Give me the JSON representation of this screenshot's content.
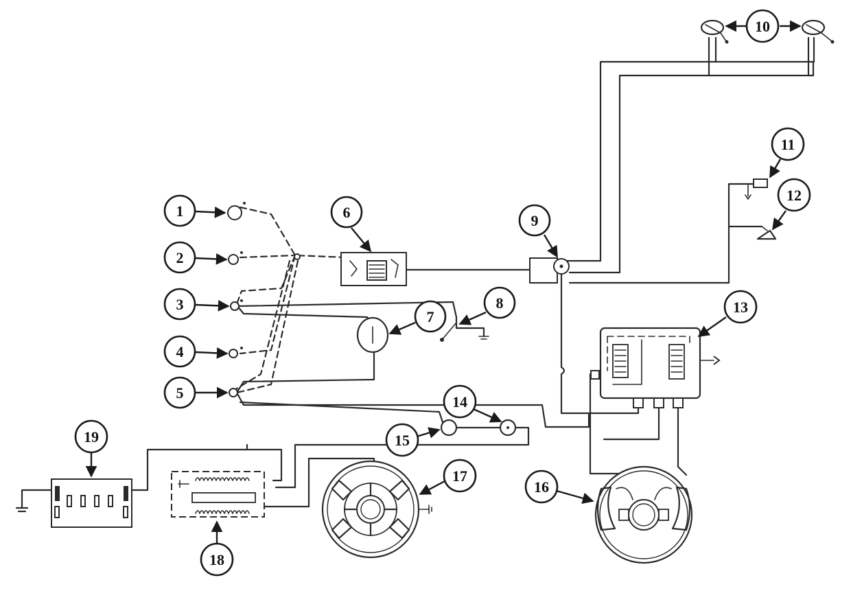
{
  "callouts": {
    "c1": "1",
    "c2": "2",
    "c3": "3",
    "c4": "4",
    "c5": "5",
    "c6": "6",
    "c7": "7",
    "c8": "8",
    "c9": "9",
    "c10": "10",
    "c11": "11",
    "c12": "12",
    "c13": "13",
    "c14": "14",
    "c15": "15",
    "c16": "16",
    "c17": "17",
    "c18": "18",
    "c19": "19"
  },
  "colors": {
    "line": "#2a2a2a",
    "background": "#ffffff"
  }
}
